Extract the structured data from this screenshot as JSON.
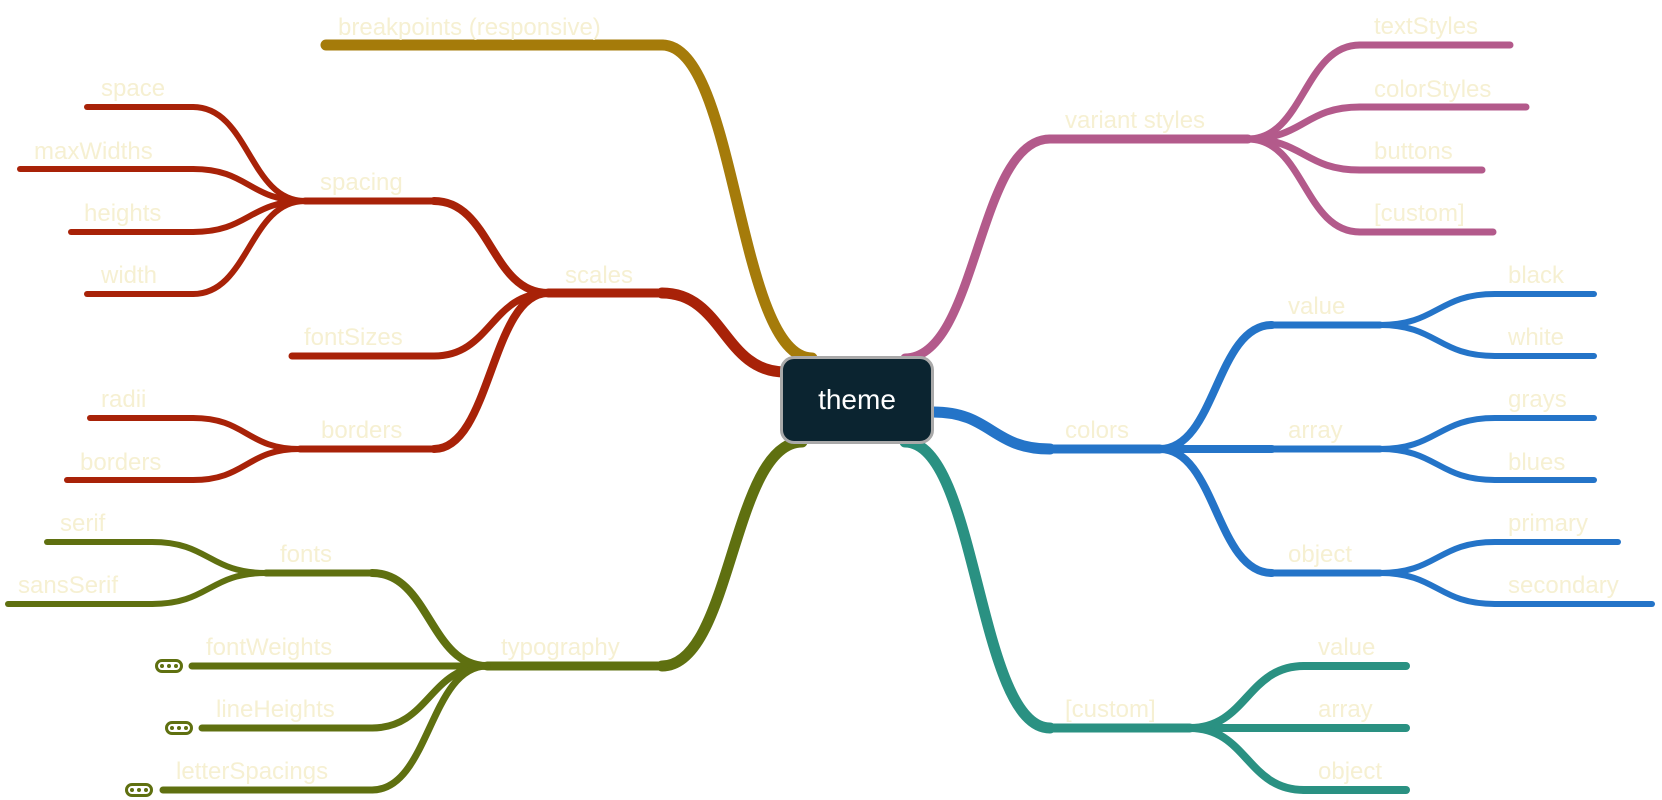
{
  "root": {
    "label": "theme",
    "fill": "#0b2430",
    "border": "#a9a9a9"
  },
  "colors": {
    "breakpoints": "#a57b0a",
    "scales": "#a82208",
    "typography": "#5f7010",
    "variant": "#b35a8b",
    "colors": "#2474c8",
    "custom": "#2a9182",
    "label_text": "#f6f0d2"
  },
  "branches": {
    "breakpoints": {
      "label": "breakpoints (responsive)"
    },
    "scales": {
      "label": "scales",
      "spacing": {
        "label": "spacing",
        "children": [
          "space",
          "maxWidths",
          "heights",
          "width"
        ]
      },
      "fontSizes": {
        "label": "fontSizes"
      },
      "borders": {
        "label": "borders",
        "children": [
          "radii",
          "borders"
        ]
      }
    },
    "typography": {
      "label": "typography",
      "fonts": {
        "label": "fonts",
        "children": [
          "serif",
          "sansSerif"
        ]
      },
      "fontWeights": {
        "label": "fontWeights",
        "collapsed": true
      },
      "lineHeights": {
        "label": "lineHeights",
        "collapsed": true
      },
      "letterSpacings": {
        "label": "letterSpacings",
        "collapsed": true
      }
    },
    "variant": {
      "label": "variant styles",
      "children": [
        "textStyles",
        "colorStyles",
        "buttons",
        "[custom]"
      ]
    },
    "colors": {
      "label": "colors",
      "value": {
        "label": "value",
        "children": [
          "black",
          "white"
        ]
      },
      "array": {
        "label": "array",
        "children": [
          "grays",
          "blues"
        ]
      },
      "object": {
        "label": "object",
        "children": [
          "primary",
          "secondary"
        ]
      }
    },
    "custom": {
      "label": "[custom]",
      "children": [
        "value",
        "array",
        "object"
      ]
    }
  }
}
